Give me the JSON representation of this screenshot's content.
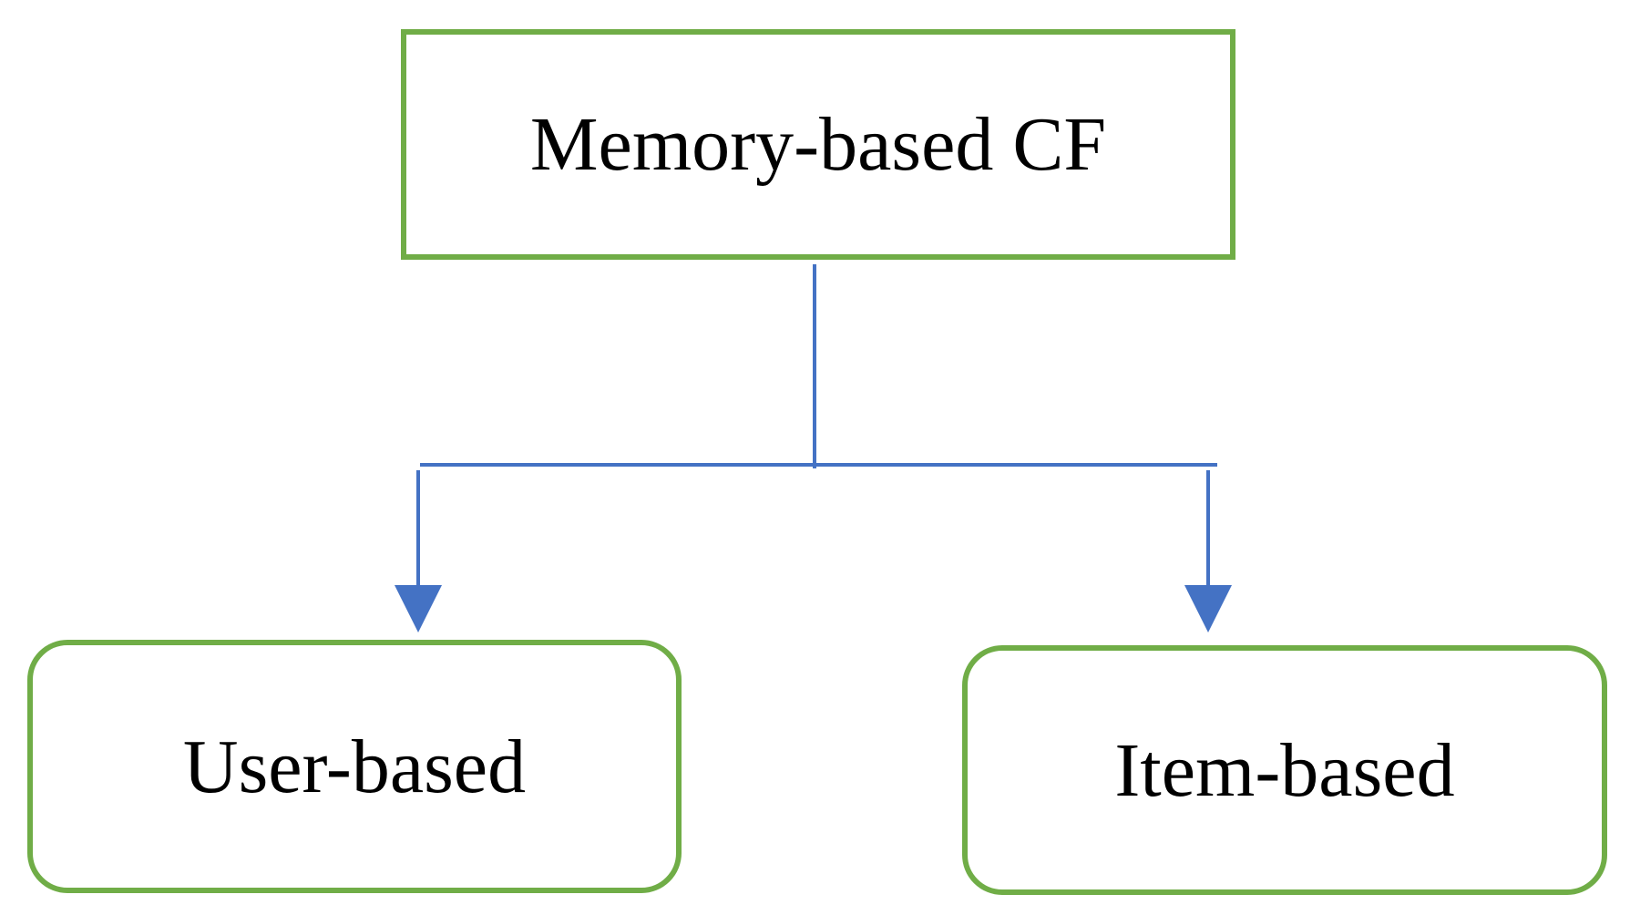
{
  "diagram": {
    "root": {
      "label": "Memory-based CF"
    },
    "children": [
      {
        "label": "User-based"
      },
      {
        "label": "Item-based"
      }
    ]
  },
  "colors": {
    "box_border": "#70AD47",
    "connector": "#4472C4",
    "text": "#000000",
    "background": "#FFFFFF"
  }
}
